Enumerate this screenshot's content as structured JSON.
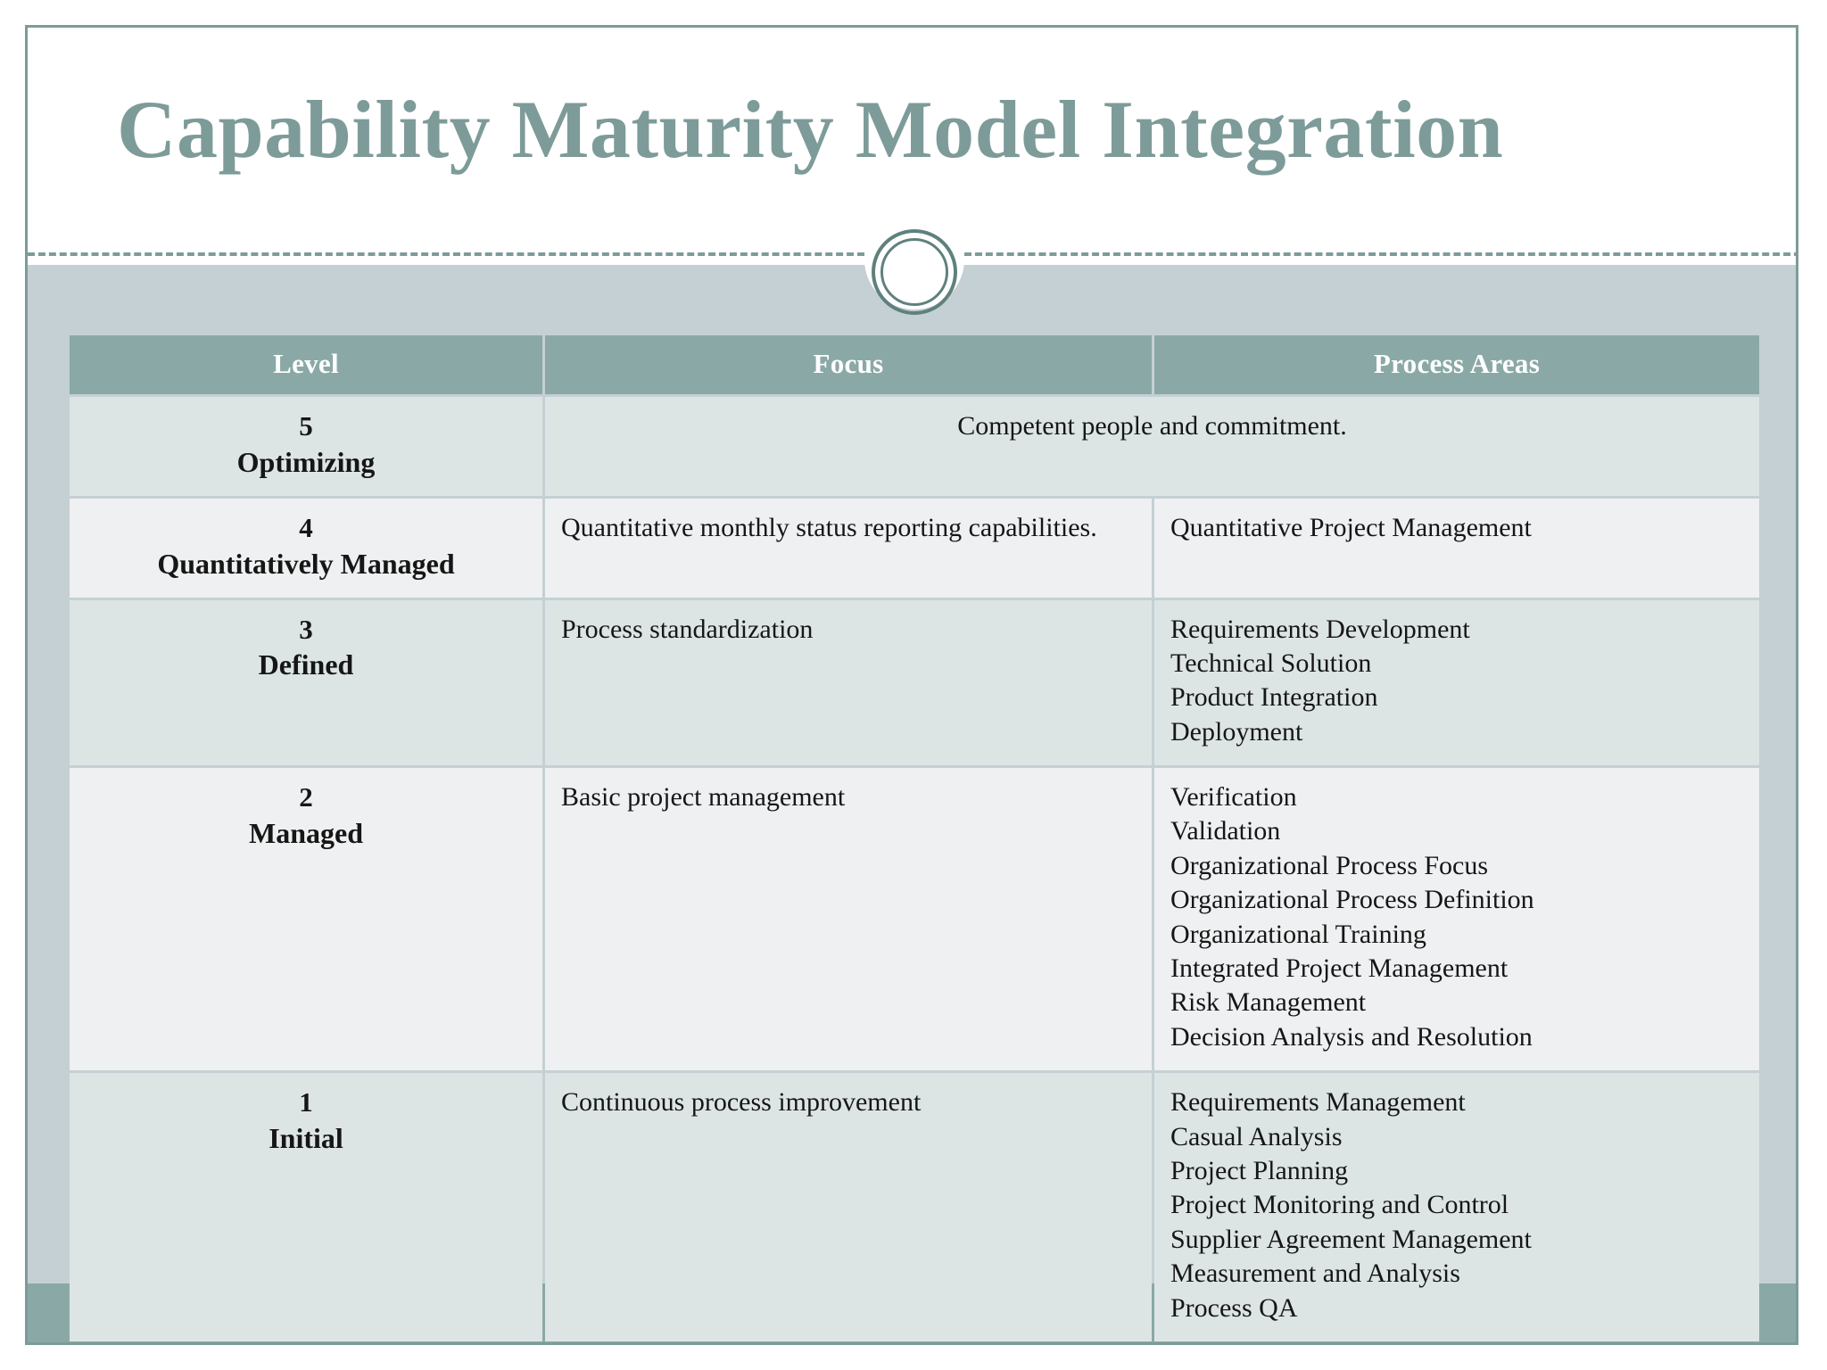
{
  "slide": {
    "title": "Capability Maturity Model Integration",
    "ornament": "circle-ornament",
    "colors": {
      "title_teal": "#7d9b99",
      "header_teal": "#8aa9a6",
      "body_bg": "#c4d0d4",
      "row_band_a": "#dde5e4",
      "row_band_b": "#eff0f1",
      "frame_border": "#7d9b99",
      "footer_band": "#8aa9a6",
      "text": "#161616"
    }
  },
  "table": {
    "headers": [
      "Level",
      "Focus",
      "Process Areas"
    ],
    "rows": [
      {
        "level_number": "5",
        "level_name": "Optimizing",
        "spans_focus_and_areas": true,
        "span_text": "Competent people and commitment.",
        "focus": "",
        "process_areas": []
      },
      {
        "level_number": "4",
        "level_name": "Quantitatively Managed",
        "spans_focus_and_areas": false,
        "span_text": "",
        "focus": "Quantitative monthly status reporting capabilities.",
        "process_areas": [
          "Quantitative Project Management"
        ]
      },
      {
        "level_number": "3",
        "level_name": "Defined",
        "spans_focus_and_areas": false,
        "span_text": "",
        "focus": "Process standardization",
        "process_areas": [
          "Requirements Development",
          "Technical Solution",
          "Product Integration",
          "Deployment"
        ]
      },
      {
        "level_number": "2",
        "level_name": "Managed",
        "spans_focus_and_areas": false,
        "span_text": "",
        "focus": "Basic project management",
        "process_areas": [
          "Verification",
          "Validation",
          "Organizational Process Focus",
          "Organizational Process Definition",
          "Organizational Training",
          "Integrated Project Management",
          "Risk Management",
          "Decision Analysis and Resolution"
        ]
      },
      {
        "level_number": "1",
        "level_name": "Initial",
        "spans_focus_and_areas": false,
        "span_text": "",
        "focus": "Continuous process improvement",
        "process_areas": [
          "Requirements Management",
          "Casual Analysis",
          "Project Planning",
          "Project Monitoring and Control",
          "Supplier Agreement Management",
          "Measurement and Analysis",
          "Process QA"
        ]
      }
    ]
  }
}
